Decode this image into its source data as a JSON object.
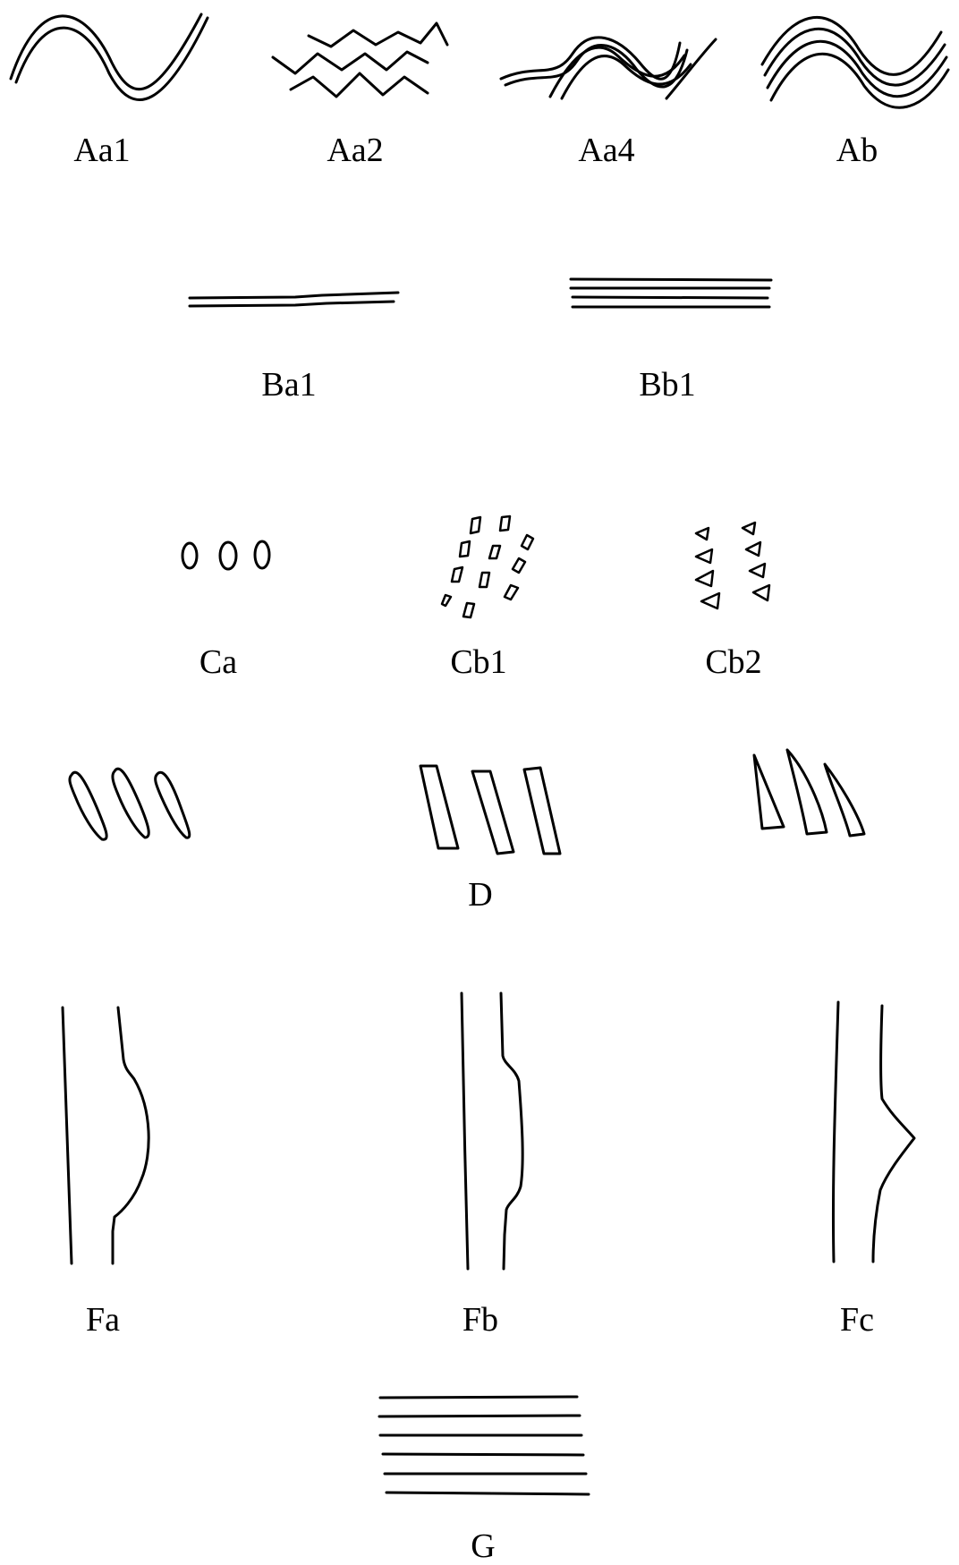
{
  "motifs": {
    "aa1": "Aa1",
    "aa2": "Aa2",
    "aa4": "Aa4",
    "ab": "Ab",
    "ba1": "Ba1",
    "bb1": "Bb1",
    "ca": "Ca",
    "cb1": "Cb1",
    "cb2": "Cb2",
    "d": "D",
    "fa": "Fa",
    "fb": "Fb",
    "fc": "Fc",
    "g": "G"
  }
}
